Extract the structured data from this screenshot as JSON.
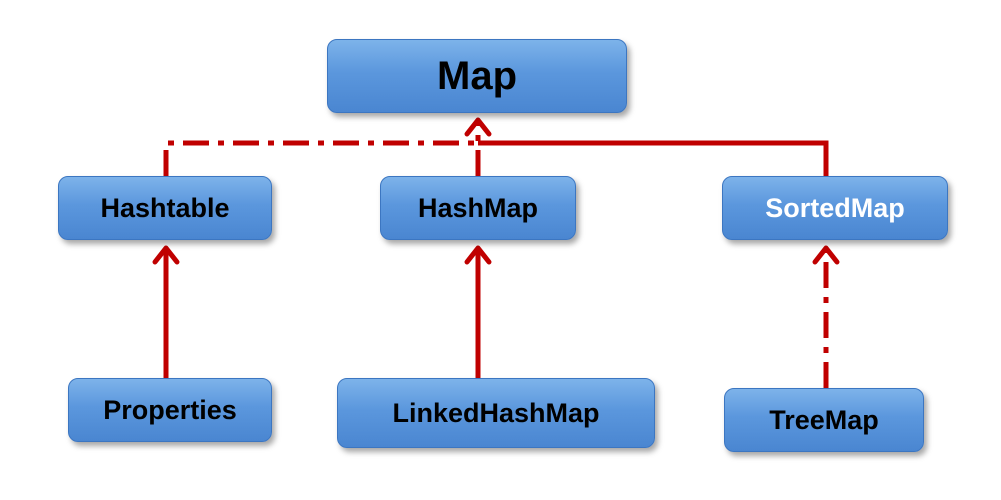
{
  "diagram": {
    "nodes": {
      "map": "Map",
      "hashtable": "Hashtable",
      "hashmap": "HashMap",
      "sortedmap": "SortedMap",
      "properties": "Properties",
      "linkedhashmap": "LinkedHashMap",
      "treemap": "TreeMap"
    },
    "edges": [
      {
        "from": "Hashtable",
        "to": "Map",
        "style": "dash-dot"
      },
      {
        "from": "HashMap",
        "to": "Map",
        "style": "dash-dot"
      },
      {
        "from": "SortedMap",
        "to": "Map",
        "style": "solid"
      },
      {
        "from": "Properties",
        "to": "Hashtable",
        "style": "solid"
      },
      {
        "from": "LinkedHashMap",
        "to": "HashMap",
        "style": "solid"
      },
      {
        "from": "TreeMap",
        "to": "SortedMap",
        "style": "dash-dot"
      }
    ],
    "colors": {
      "connector": "#c00000",
      "node_fill": "#5b97dd",
      "node_border": "#3c76c1",
      "node_text": "#000000",
      "sortedmap_text": "#ffffff"
    }
  }
}
